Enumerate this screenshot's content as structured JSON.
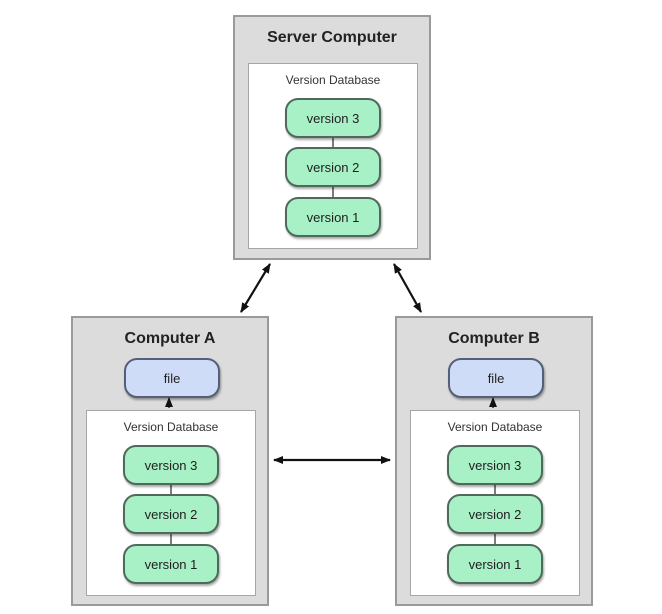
{
  "colors": {
    "box_fill": "#dcdcdc",
    "box_border": "#9a9a9a",
    "version_fill": "#a8f0c6",
    "version_border": "#4f6a5a",
    "file_fill": "#cfdcf8",
    "file_border": "#555f78",
    "arrow": "#111111"
  },
  "server": {
    "title": "Server Computer",
    "database": {
      "label": "Version Database",
      "versions": [
        "version 3",
        "version 2",
        "version 1"
      ]
    }
  },
  "computer_a": {
    "title": "Computer A",
    "file": "file",
    "database": {
      "label": "Version Database",
      "versions": [
        "version 3",
        "version 2",
        "version 1"
      ]
    }
  },
  "computer_b": {
    "title": "Computer B",
    "file": "file",
    "database": {
      "label": "Version Database",
      "versions": [
        "version 3",
        "version 2",
        "version 1"
      ]
    }
  }
}
